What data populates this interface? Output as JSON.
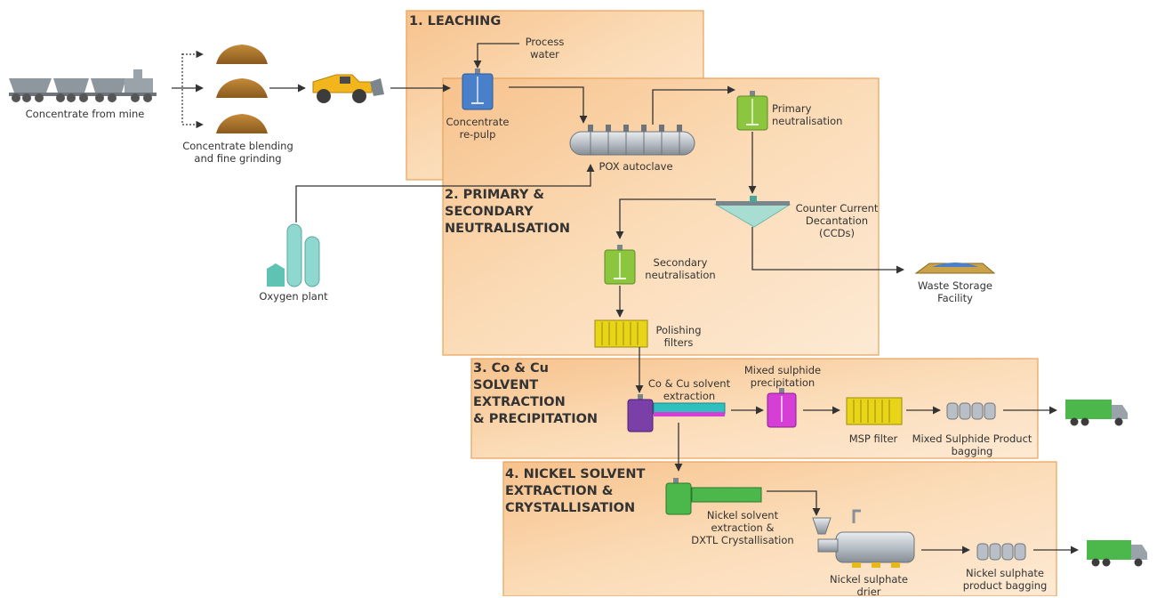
{
  "stages": {
    "leaching": "1. LEACHING",
    "neutralisation": "2. PRIMARY &\n    SECONDARY\n    NEUTRALISATION",
    "co_cu": "3. Co & Cu\n    SOLVENT\n    EXTRACTION\n    & PRECIPITATION",
    "nickel": "4. NICKEL SOLVENT\n    EXTRACTION &\n    CRYSTALLISATION"
  },
  "labels": {
    "concentrate_from_mine": "Concentrate from mine",
    "blending": "Concentrate blending\nand fine grinding",
    "process_water": "Process\nwater",
    "repulp": "Concentrate\nre-pulp",
    "pox": "POX autoclave",
    "oxygen_plant": "Oxygen plant",
    "primary_neutralisation": "Primary\nneutralisation",
    "ccd": "Counter Current\nDecantation\n(CCDs)",
    "secondary_neutralisation": "Secondary\nneutralisation",
    "waste_storage": "Waste Storage\nFacility",
    "polishing_filters": "Polishing\nfilters",
    "co_cu_sx": "Co & Cu solvent\nextraction",
    "msp_precip": "Mixed sulphide\nprecipitation",
    "msp_filter": "MSP filter",
    "msp_bagging": "Mixed Sulphide Product\nbagging",
    "nickel_sx": "Nickel solvent\nextraction &\nDXTL Crystallisation",
    "nickel_drier": "Nickel sulphate\ndrier",
    "nickel_bagging": "Nickel sulphate\nproduct bagging"
  },
  "colors": {
    "panel_fill": "#fbd9b0",
    "panel_border": "#e8a25a",
    "arrow": "#333333",
    "tank_blue": "#4a7fc9",
    "tank_green": "#8cc63f",
    "tank_purple": "#7b3fa8",
    "tank_magenta": "#d63fd6",
    "filter_yellow": "#e8d51a",
    "truck_green": "#4cb84c"
  }
}
